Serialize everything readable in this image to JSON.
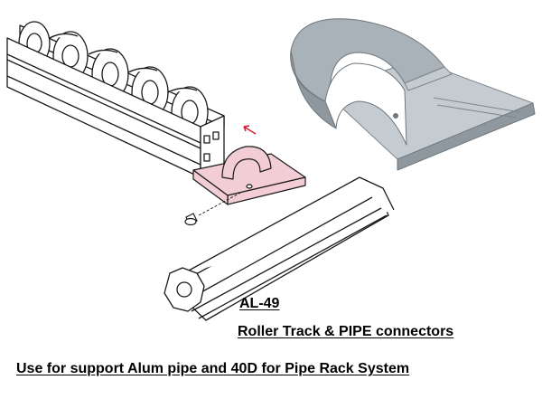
{
  "captions": {
    "model": "AL-49",
    "title": "Roller Track & PIPE connectors",
    "usage": "Use for support Alum pipe and 40D for Pipe Rack System"
  },
  "colors": {
    "connector_pink": "#f3cdd6",
    "connector_gray": "#9aa4ab",
    "arrow_red": "#d9182d",
    "outline": "#1a1a1a"
  },
  "icons": {
    "roller_track": "roller-track-illustration",
    "pipe": "octagonal-pipe-illustration",
    "connector": "al-49-connector-illustration",
    "screw": "set-screw-illustration"
  }
}
